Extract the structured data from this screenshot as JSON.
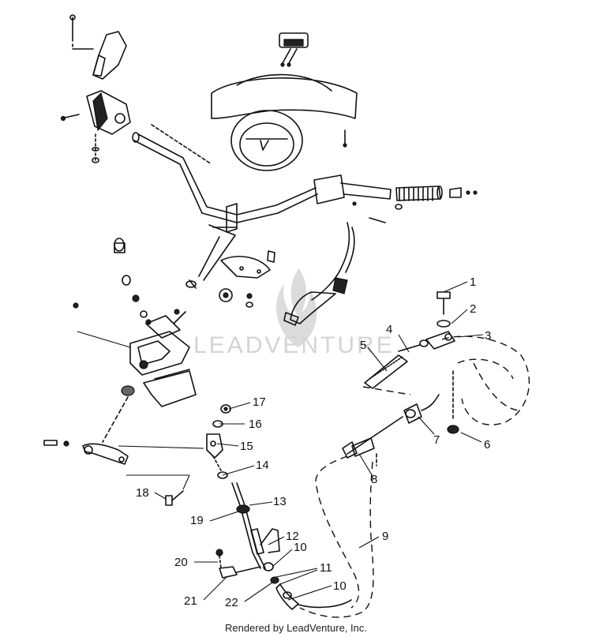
{
  "watermark": "LEADVENTURE",
  "footer": "Rendered by LeadVenture, Inc.",
  "callouts": [
    {
      "id": 1,
      "label": "1"
    },
    {
      "id": 2,
      "label": "2"
    },
    {
      "id": 3,
      "label": "3"
    },
    {
      "id": 4,
      "label": "4"
    },
    {
      "id": 5,
      "label": "5"
    },
    {
      "id": 6,
      "label": "6"
    },
    {
      "id": 7,
      "label": "7"
    },
    {
      "id": 8,
      "label": "8"
    },
    {
      "id": 9,
      "label": "9"
    },
    {
      "id": 10,
      "label": "10"
    },
    {
      "id": 10,
      "label": "10"
    },
    {
      "id": 11,
      "label": "11"
    },
    {
      "id": 12,
      "label": "12"
    },
    {
      "id": 13,
      "label": "13"
    },
    {
      "id": 14,
      "label": "14"
    },
    {
      "id": 15,
      "label": "15"
    },
    {
      "id": 16,
      "label": "16"
    },
    {
      "id": 17,
      "label": "17"
    },
    {
      "id": 18,
      "label": "18"
    },
    {
      "id": 19,
      "label": "19"
    },
    {
      "id": 20,
      "label": "20"
    },
    {
      "id": 21,
      "label": "21"
    },
    {
      "id": 22,
      "label": "22"
    }
  ]
}
